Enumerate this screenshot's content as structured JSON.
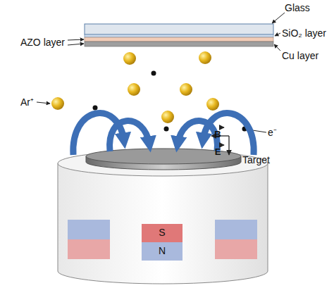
{
  "diagram": {
    "labels": [
      "Glass",
      "SiO₂ layer",
      "AZO layer",
      "Cu layer",
      "Ar⁺",
      "e⁻",
      "B",
      "E",
      "Target",
      "S",
      "N"
    ]
  }
}
